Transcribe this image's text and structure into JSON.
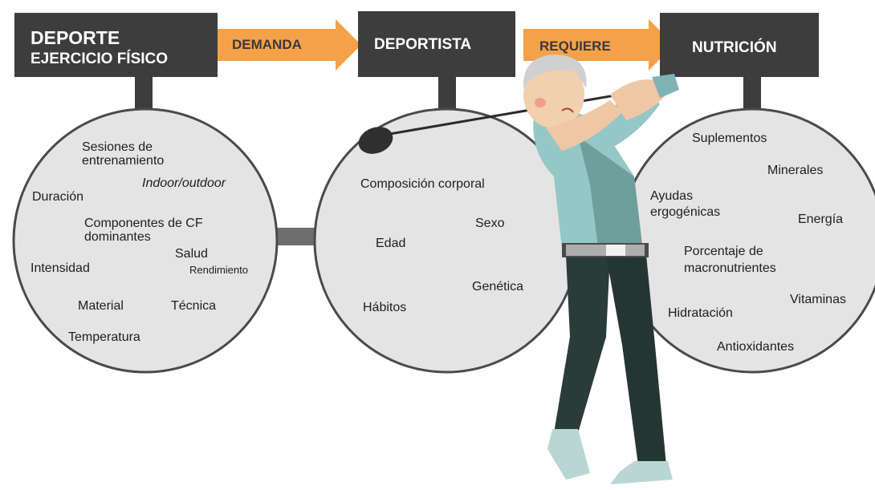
{
  "header": {
    "deporte": {
      "line1": "DEPORTE",
      "line2": "EJERCICIO FÍSICO"
    },
    "deportista": "DEPORTISTA",
    "nutricion": "NUTRICIÓN",
    "arrow_demanda": "DEMANDA",
    "arrow_requiere": "REQUIERE"
  },
  "colors": {
    "box": "#3d3d3d",
    "arrow": "#f5a14a",
    "circle_fill": "#e4e4e4",
    "circle_stroke": "#4a4a4a",
    "connector": "#6e6e6e"
  },
  "circle_deporte": {
    "sesiones_1": "Sesiones de",
    "sesiones_2": "entrenamiento",
    "indoor": "Indoor/outdoor",
    "duracion": "Duración",
    "componentes_1": "Componentes de CF",
    "componentes_2": "dominantes",
    "salud": "Salud",
    "intensidad": "Intensidad",
    "rendimiento": "Rendimiento",
    "material": "Material",
    "tecnica": "Técnica",
    "temperatura": "Temperatura"
  },
  "circle_deportista": {
    "composicion": "Composición corporal",
    "sexo": "Sexo",
    "edad": "Edad",
    "genetica": "Genética",
    "habitos": "Hábitos"
  },
  "circle_nutricion": {
    "suplementos": "Suplementos",
    "minerales": "Minerales",
    "ayudas_1": "Ayudas",
    "ayudas_2": "ergogénicas",
    "energia": "Energía",
    "porcentaje_1": "Porcentaje de",
    "porcentaje_2": "macronutrientes",
    "vitaminas": "Vitaminas",
    "hidratacion": "Hidratación",
    "antioxidantes": "Antioxidantes"
  }
}
